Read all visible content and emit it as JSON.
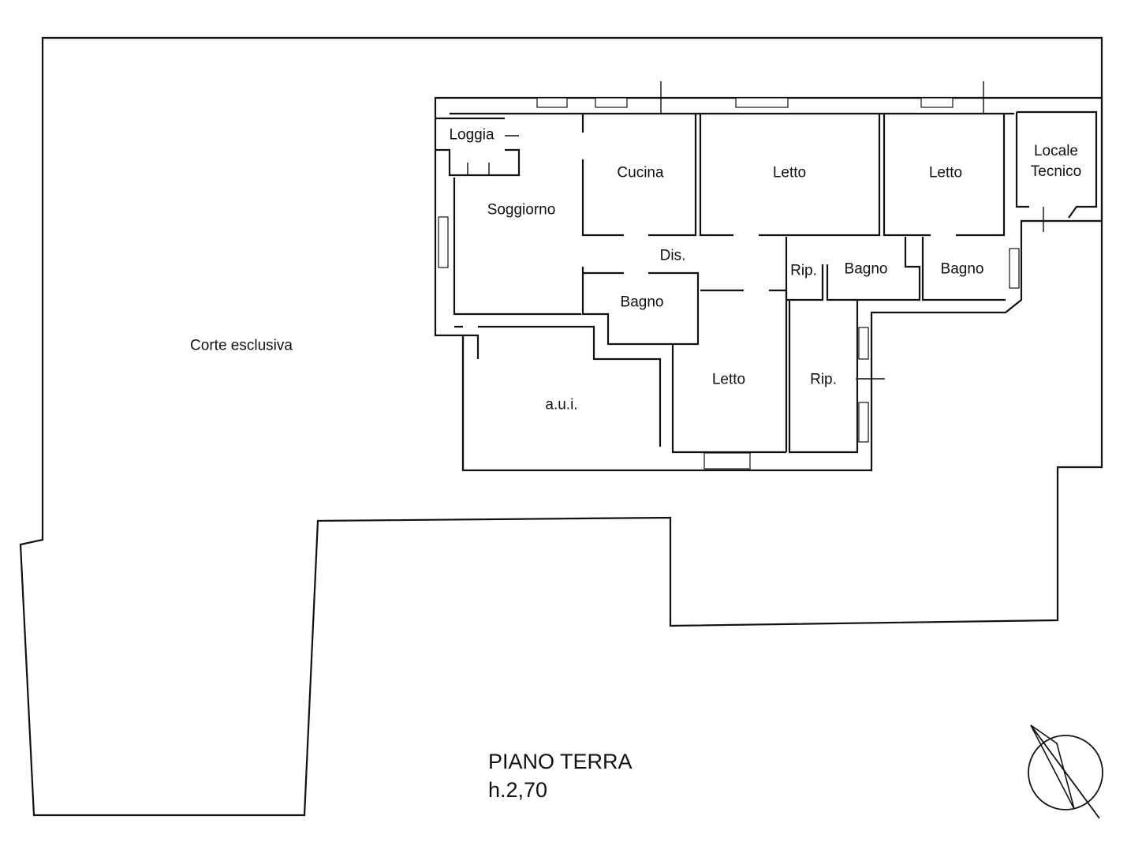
{
  "plan": {
    "outer_area_label": "Corte esclusiva",
    "floor_title": "PIANO TERRA",
    "ceiling_height": "h.2,70"
  },
  "rooms": {
    "loggia": "Loggia",
    "cucina": "Cucina",
    "letto_1": "Letto",
    "letto_2": "Letto",
    "locale_tecnico_line1": "Locale",
    "locale_tecnico_line2": "Tecnico",
    "soggiorno": "Soggiorno",
    "dis": "Dis.",
    "rip_1": "Rip.",
    "bagno_1": "Bagno",
    "bagno_2": "Bagno",
    "bagno_3": "Bagno",
    "aui": "a.u.i.",
    "letto_3": "Letto",
    "rip_2": "Rip."
  },
  "icons": {
    "north_arrow": "north-arrow-icon"
  }
}
